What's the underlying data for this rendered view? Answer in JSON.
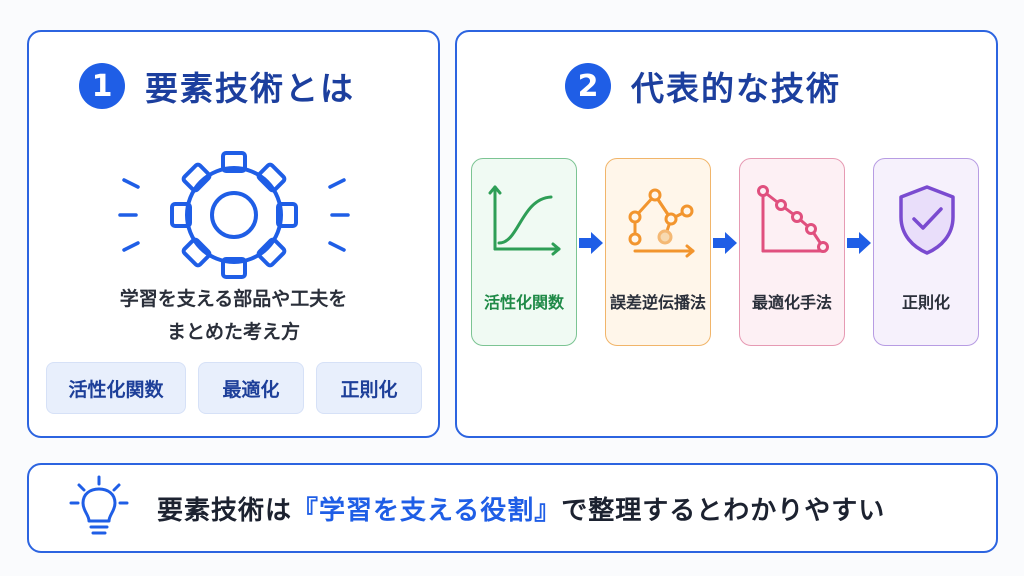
{
  "left_panel": {
    "number": "1",
    "title": "要素技術とは",
    "description_line1": "学習を支える部品や工夫を",
    "description_line2": "まとめた考え方",
    "chips": [
      "活性化関数",
      "最適化",
      "正則化"
    ],
    "icon": "gear-icon"
  },
  "right_panel": {
    "number": "2",
    "title": "代表的な技術",
    "steps": [
      {
        "label": "活性化関数",
        "icon": "sigmoid-curve-icon"
      },
      {
        "label": "誤差逆伝播法",
        "icon": "node-graph-icon"
      },
      {
        "label": "最適化手法",
        "icon": "descent-line-icon"
      },
      {
        "label": "正則化",
        "icon": "shield-check-icon"
      }
    ]
  },
  "summary": {
    "prefix": "要素技術は",
    "highlight": "『学習を支える役割』",
    "suffix": "で整理するとわかりやすい",
    "icon": "lightbulb-icon"
  },
  "colors": {
    "accent": "#1f5ee6",
    "heading": "#1c3f9e",
    "green": "#2e9e56",
    "orange": "#f2952e",
    "pink": "#e0507e",
    "purple": "#7a4bd0"
  }
}
